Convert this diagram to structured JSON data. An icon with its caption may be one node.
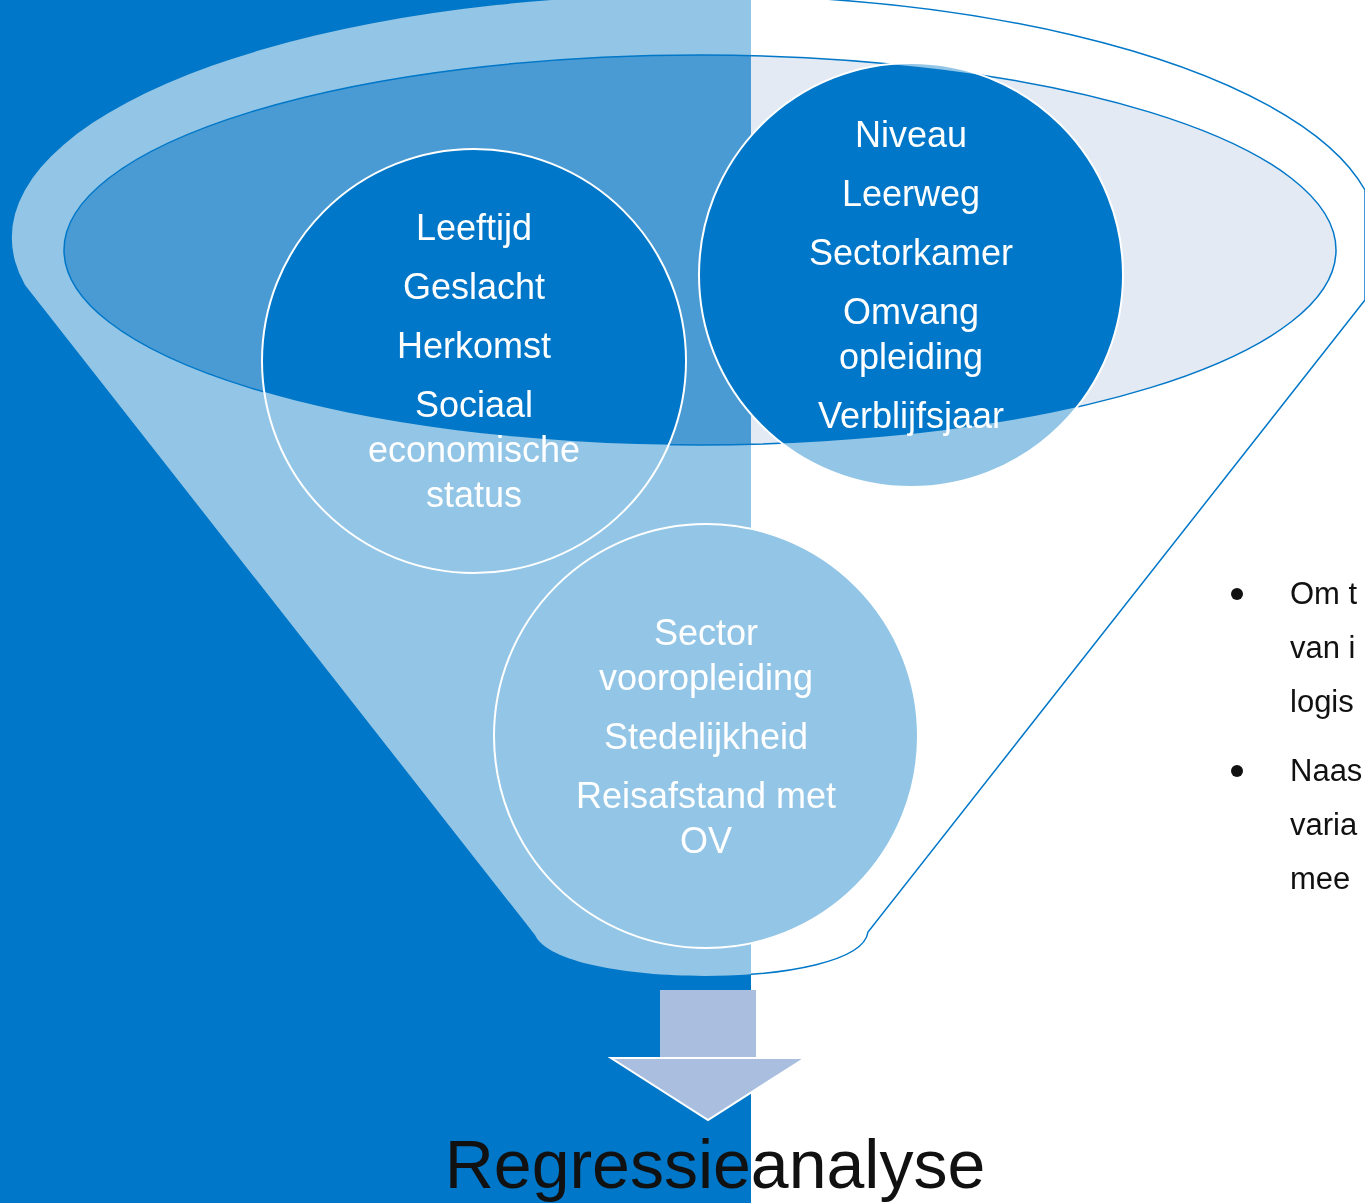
{
  "diagram": {
    "nodes": [
      {
        "text": [],
        "shape": "funnel"
      },
      {
        "text": [
          "Leeftijd",
          "Geslacht",
          "Herkomst",
          "Sociaal economische status"
        ],
        "in": 0
      },
      {
        "text": [
          "Niveau",
          "Leerweg",
          "Sectorkamer",
          "Omvang opleiding",
          "Verblijfsjaar"
        ],
        "in": 0
      },
      {
        "text": [
          "Sector vooropleiding",
          "Stedelijkheid",
          "Reisafstand met OV"
        ],
        "in": 0
      },
      {
        "text": [
          "Regressieanalyse"
        ]
      }
    ],
    "edges": [
      {
        "from": 0,
        "to": 4,
        "arrow": "to"
      }
    ],
    "labels": [
      "Om t van i logis",
      "Naas varia mee"
    ]
  }
}
